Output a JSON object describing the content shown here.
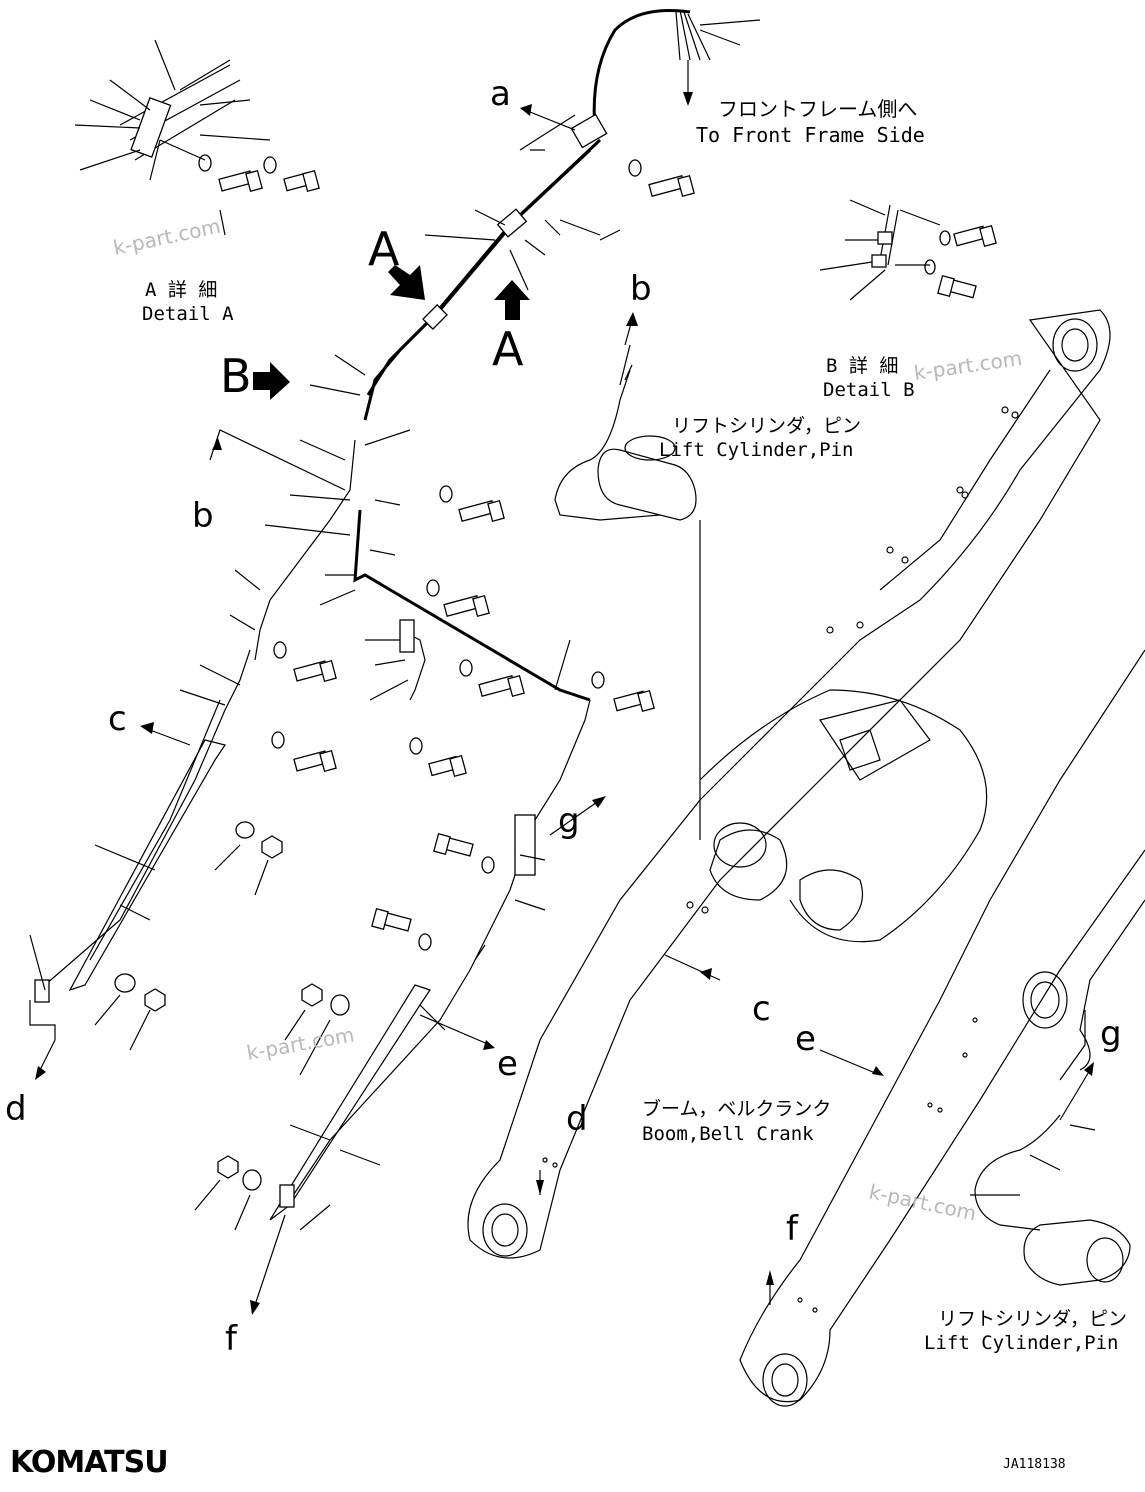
{
  "callouts": {
    "a": "a",
    "b_top": "b",
    "b_left": "b",
    "c_left": "c",
    "c_right": "c",
    "d_left": "d",
    "d_mid": "d",
    "e_left": "e",
    "e_right": "e",
    "f_left": "f",
    "f_right": "f",
    "g_left": "g",
    "g_right": "g"
  },
  "view_markers": {
    "A_top": "A",
    "A_bottom": "A",
    "B": "B"
  },
  "labels": {
    "front_frame_jp": "フロントフレーム側へ",
    "front_frame_en": "To Front Frame Side",
    "detail_a_jp": "A 詳 細",
    "detail_a_en": "Detail A",
    "detail_b_jp": "B 詳 細",
    "detail_b_en": "Detail B",
    "lift_cyl_1_jp": "リフトシリンダ，ピン",
    "lift_cyl_1_en": "Lift Cylinder,Pin",
    "lift_cyl_2_jp": "リフトシリンダ，ピン",
    "lift_cyl_2_en": "Lift Cylinder,Pin",
    "boom_jp": "ブーム，ベルクランク",
    "boom_en": "Boom,Bell Crank"
  },
  "watermarks": [
    "k-part.com",
    "k-part.com",
    "k-part.com",
    "k-part.com"
  ],
  "brand": "KOMATSU",
  "drawing_id": "JA118138"
}
